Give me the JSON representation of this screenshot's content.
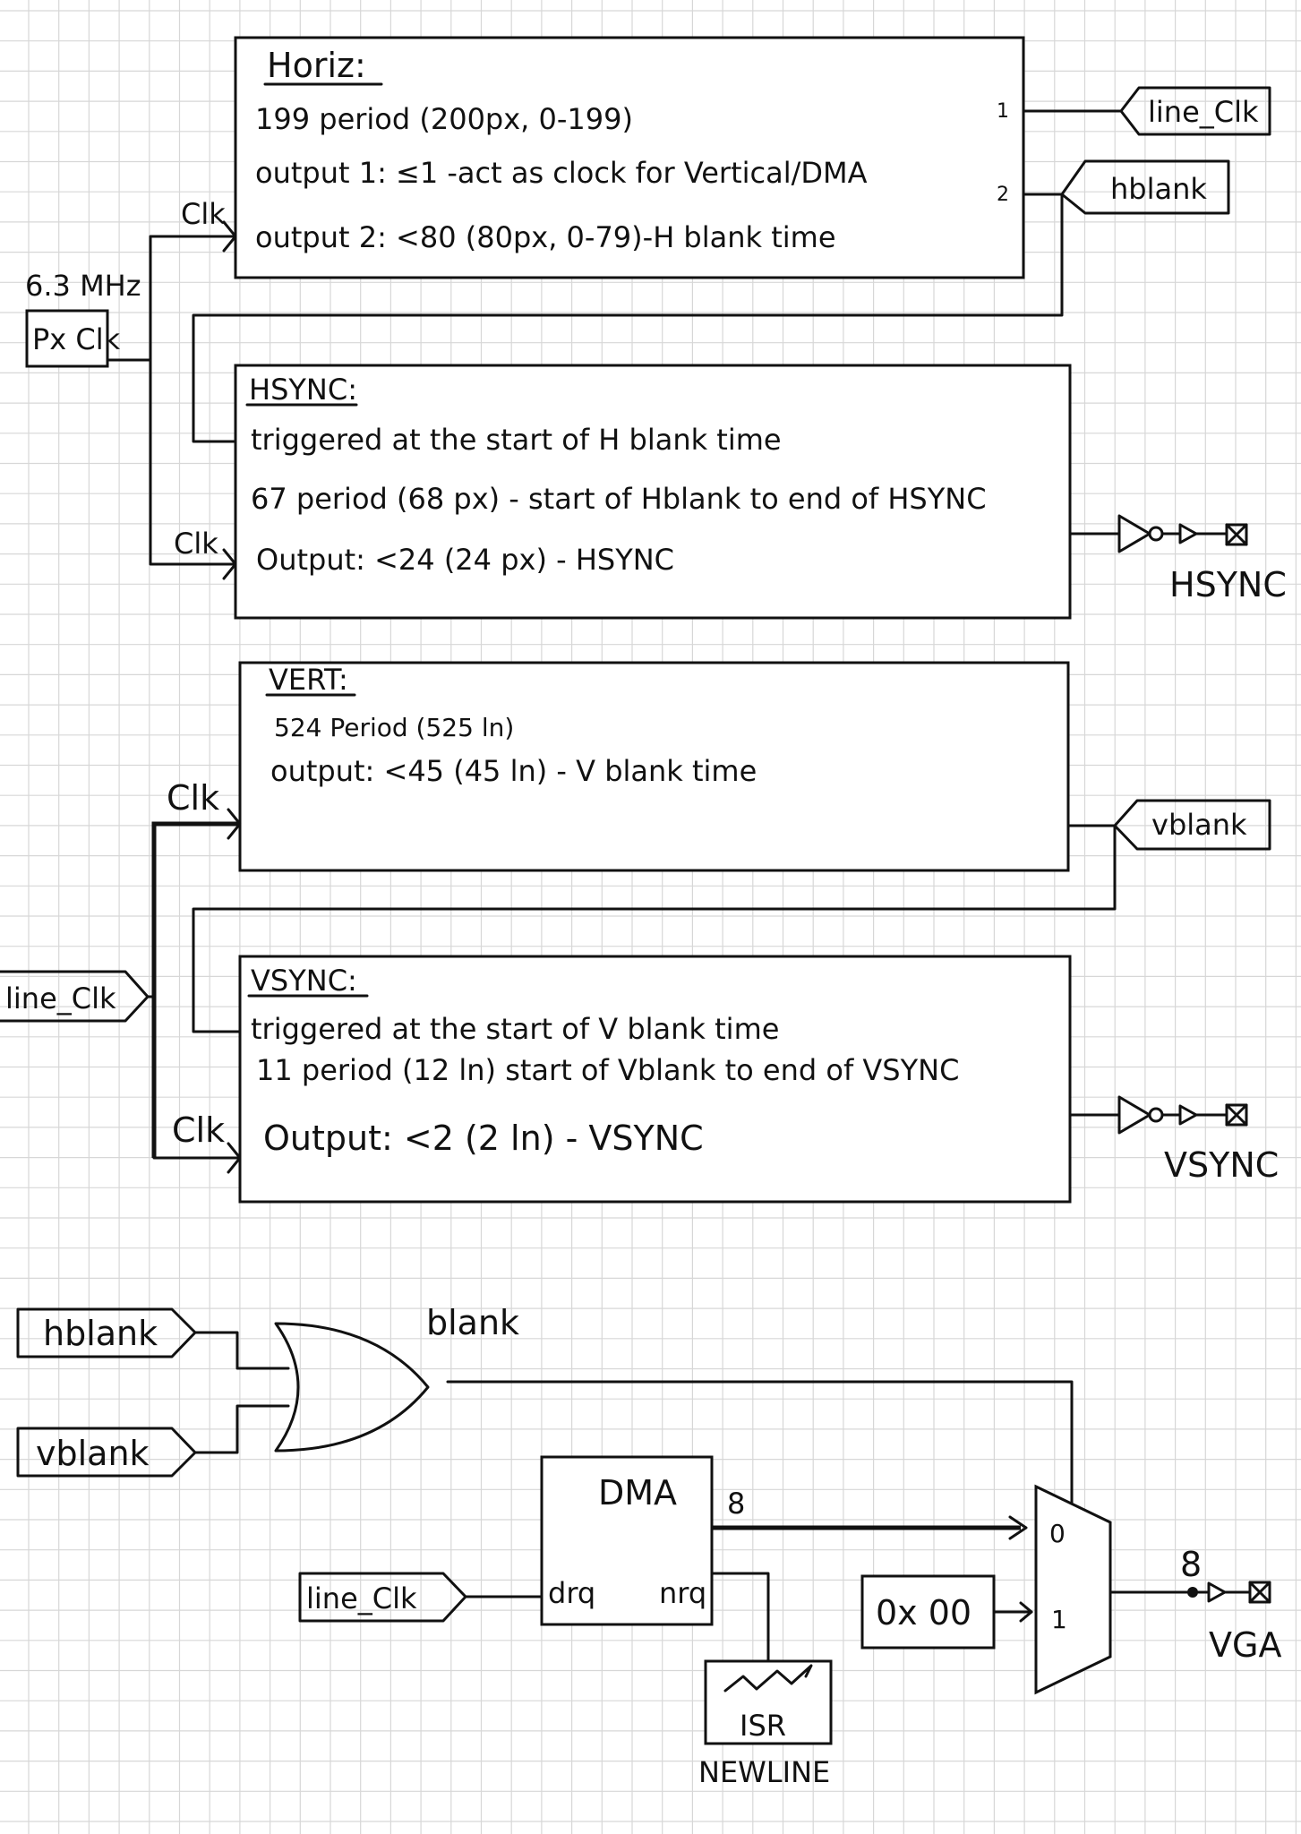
{
  "horiz": {
    "title": "Horiz:",
    "line1": "199 period (200px, 0-199)",
    "line2": "output 1: ≤1 -act as clock for Vertical/DMA",
    "line3": "output 2: <80 (80px, 0-79)-H blank time",
    "pin1": "1",
    "pin2": "2"
  },
  "clock": {
    "freq": "6.3 MHz",
    "name": "Px Clk"
  },
  "hsync_block": {
    "title": "HSYNC:",
    "line1": "triggered at the start of H blank time",
    "line2": "67 period (68 px) - start of Hblank to end of HSYNC",
    "line3": "Output: <24 (24 px) - HSYNC"
  },
  "vert": {
    "title": "VERT:",
    "line1": "524 Period (525 ln)",
    "line2": "output: <45 (45 ln) - V blank time"
  },
  "vsync_block": {
    "title": "VSYNC:",
    "line1": "triggered at the start of V blank time",
    "line2": "11 period (12 ln) start of Vblank to end of VSYNC",
    "line3": "Output: <2 (2 ln) - VSYNC"
  },
  "labels": {
    "clk": "Clk",
    "line_clk": "line_Clk",
    "hblank": "hblank",
    "vblank": "vblank",
    "hsync_out": "HSYNC",
    "vsync_out": "VSYNC",
    "blank": "blank",
    "dma": "DMA",
    "drq": "drq",
    "nrq": "nrq",
    "bus_width": "8",
    "const": "0x 00",
    "mux0": "0",
    "mux1": "1",
    "vga_width": "8",
    "vga": "VGA",
    "isr": "ISR",
    "newline": "NEWLINE"
  }
}
